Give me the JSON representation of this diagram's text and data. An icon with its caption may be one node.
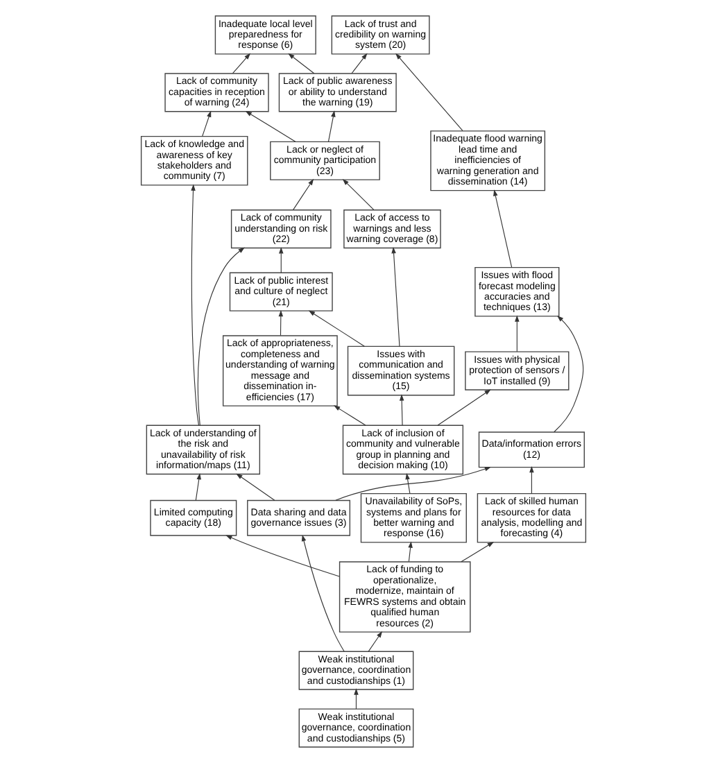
{
  "diagram": {
    "nodes": [
      {
        "text": [
          "Inadequate local level preparedness for response (6)"
        ]
      },
      {
        "text": [
          "Lack of trust and credibility on warning system (20)"
        ]
      },
      {
        "text": [
          "Inadequate flood warning lead time and inefficiencies of warning generation and dissemination (14)"
        ]
      },
      {
        "text": [
          "Lack of public awareness or ability to understand the warning (19)"
        ]
      },
      {
        "text": [
          "Lack of community capacities in reception of warning (24)"
        ]
      },
      {
        "text": [
          "Lack of knowledge and awareness of key stakeholders and community (7)"
        ]
      },
      {
        "text": [
          "Issues with flood forecast modeling accuracies and techniques (13)"
        ]
      },
      {
        "text": [
          "Lack or neglect of community participation (23)"
        ]
      },
      {
        "text": [
          "Lack of access to warnings and less warning coverage (8)"
        ]
      },
      {
        "text": [
          "Issues with physical protection of sensors / IoT installed (9)"
        ]
      },
      {
        "text": [
          "Data/information errors (12)"
        ]
      },
      {
        "text": [
          "Lack of community understanding on risk (22)"
        ]
      },
      {
        "text": [
          "Lack of understanding of the risk and unavailability of risk information/maps (11)"
        ]
      },
      {
        "text": [
          "Lack of public interest and culture of neglect (21)"
        ]
      },
      {
        "text": [
          "Data sharing and data governance issues (3)"
        ]
      },
      {
        "text": [
          "Lack of skilled human resources for data analysis, modelling and forecasting (4)"
        ]
      },
      {
        "text": [
          "Issues with communication and dissemination systems (15)"
        ]
      },
      {
        "text": [
          "Lack of appropriateness, completeness and understanding of warning message and dissemination in-efficiencies (17)"
        ]
      },
      {
        "text": [
          "Limited computing capacity (18)"
        ]
      },
      {
        "text": [
          "Lack of inclusion of community and vulnerable group in planning and decision making (10)"
        ]
      },
      {
        "text": [
          "Unavailability of SoPs, systems and plans for better warning and response (16)"
        ]
      },
      {
        "text": [
          "Lack of funding to operationalize, modernize, maintain of FEWRS systems and obtain qualified human resources (2)"
        ]
      },
      {
        "text": [
          "Weak institutional governance, coordination and custodianships (1)"
        ]
      },
      {
        "text": [
          "Weak institutional governance, coordination and custodianships (5)"
        ]
      }
    ],
    "edges": [
      {
        "from": 23,
        "to": 22,
        "arrow": "to"
      },
      {
        "from": 22,
        "to": 21,
        "arrow": "to"
      },
      {
        "from": 22,
        "to": 14,
        "arrow": "to"
      },
      {
        "from": 21,
        "to": 20,
        "arrow": "to"
      },
      {
        "from": 21,
        "to": 15,
        "arrow": "to"
      },
      {
        "from": 21,
        "to": 18,
        "arrow": "to"
      },
      {
        "from": 20,
        "to": 19,
        "arrow": "to"
      },
      {
        "from": 19,
        "to": 16,
        "arrow": "to"
      },
      {
        "from": 19,
        "to": 17,
        "arrow": "to"
      },
      {
        "from": 19,
        "to": 9,
        "arrow": "to"
      },
      {
        "from": 14,
        "to": 12,
        "arrow": "to"
      },
      {
        "from": 14,
        "to": 10,
        "arrow": "to"
      },
      {
        "from": 15,
        "to": 10,
        "arrow": "to"
      },
      {
        "from": 18,
        "to": 12,
        "arrow": "to"
      },
      {
        "from": 17,
        "to": 13,
        "arrow": "to"
      },
      {
        "from": 16,
        "to": 13,
        "arrow": "to"
      },
      {
        "from": 16,
        "to": 8,
        "arrow": "to"
      },
      {
        "from": 12,
        "to": 11,
        "arrow": "to"
      },
      {
        "from": 12,
        "to": 5,
        "arrow": "to"
      },
      {
        "from": 13,
        "to": 11,
        "arrow": "to"
      },
      {
        "from": 9,
        "to": 6,
        "arrow": "to"
      },
      {
        "from": 10,
        "to": 6,
        "arrow": "to"
      },
      {
        "from": 8,
        "to": 7,
        "arrow": "to"
      },
      {
        "from": 11,
        "to": 7,
        "arrow": "to"
      },
      {
        "from": 5,
        "to": 4,
        "arrow": "to"
      },
      {
        "from": 7,
        "to": 4,
        "arrow": "to"
      },
      {
        "from": 7,
        "to": 3,
        "arrow": "to"
      },
      {
        "from": 6,
        "to": 2,
        "arrow": "to"
      },
      {
        "from": 2,
        "to": 1,
        "arrow": "to"
      },
      {
        "from": 4,
        "to": 0,
        "arrow": "to"
      },
      {
        "from": 3,
        "to": 0,
        "arrow": "to"
      },
      {
        "from": 3,
        "to": 1,
        "arrow": "to"
      }
    ]
  }
}
